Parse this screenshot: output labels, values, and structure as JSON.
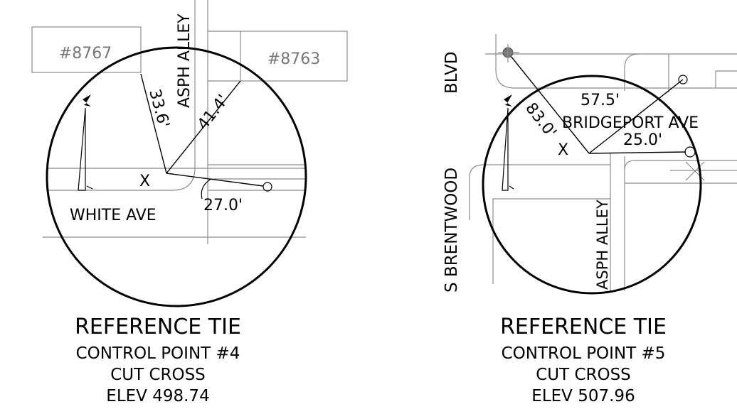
{
  "left_tie": {
    "lot_a": "#8767",
    "lot_b": "#8763",
    "alley": "ASPH ALLEY",
    "street": "WHITE AVE",
    "dist_1": "33.6'",
    "dist_2": "41.4'",
    "dist_3": "27.0'",
    "center_mark": "X",
    "heading": "REFERENCE TIE",
    "control_point": "CONTROL POINT #4",
    "type": "CUT CROSS",
    "elevation": "ELEV 498.74"
  },
  "right_tie": {
    "street_vertical_a": "BLVD",
    "street_vertical_b": "S BRENTWOOD",
    "street_horizontal": "BRIDGEPORT AVE",
    "alley": "ASPH ALLEY",
    "dist_1": "83.0'",
    "dist_2": "57.5'",
    "dist_3": "25.0'",
    "center_mark": "X",
    "heading": "REFERENCE TIE",
    "control_point": "CONTROL POINT #5",
    "type": "CUT CROSS",
    "elevation": "ELEV 507.96"
  }
}
